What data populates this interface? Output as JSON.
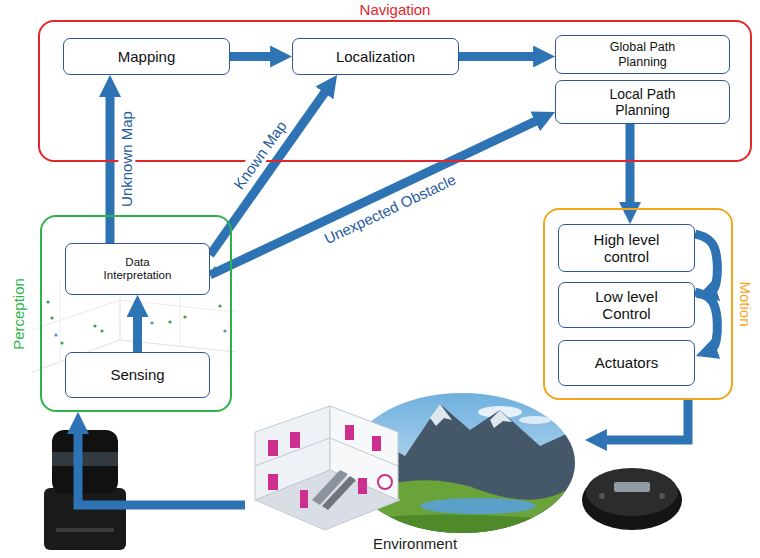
{
  "diagram": {
    "nodes": [
      {
        "text": [
          "Navigation"
        ]
      },
      {
        "text": [
          "Mapping"
        ],
        "in": 0
      },
      {
        "text": [
          "Localization"
        ],
        "in": 0
      },
      {
        "text": [
          "Global Path Planning"
        ],
        "in": 0
      },
      {
        "text": [
          "Local Path Planning"
        ],
        "in": 0
      },
      {
        "text": [
          "Perception"
        ]
      },
      {
        "text": [
          "Data Interpretation"
        ],
        "in": 5
      },
      {
        "text": [
          "Sensing"
        ],
        "in": 5
      },
      {
        "text": [
          "Motion"
        ]
      },
      {
        "text": [
          "High level control"
        ],
        "in": 8
      },
      {
        "text": [
          "Low level Control"
        ],
        "in": 8
      },
      {
        "text": [
          "Actuators"
        ],
        "in": 8
      },
      {
        "text": [
          "Environment"
        ]
      }
    ],
    "edges": [
      {
        "from": 1,
        "to": 2,
        "arrow": "to"
      },
      {
        "from": 2,
        "to": 3,
        "arrow": "to"
      },
      {
        "from": 6,
        "to": 1,
        "arrow": "to",
        "label": "Unknown Map"
      },
      {
        "from": 6,
        "to": 2,
        "arrow": "to",
        "label": "Known Map"
      },
      {
        "from": 6,
        "to": 4,
        "arrow": "to",
        "label": "Unexpected Obstacle"
      },
      {
        "from": 7,
        "to": 6,
        "arrow": "to"
      },
      {
        "from": 4,
        "to": 9,
        "arrow": "to"
      },
      {
        "from": 9,
        "to": 10,
        "arrow": "to"
      },
      {
        "from": 10,
        "to": 11,
        "arrow": "to"
      },
      {
        "from": 8,
        "to": 12,
        "arrow": "to"
      },
      {
        "from": 12,
        "to": 5,
        "arrow": "to"
      }
    ]
  }
}
